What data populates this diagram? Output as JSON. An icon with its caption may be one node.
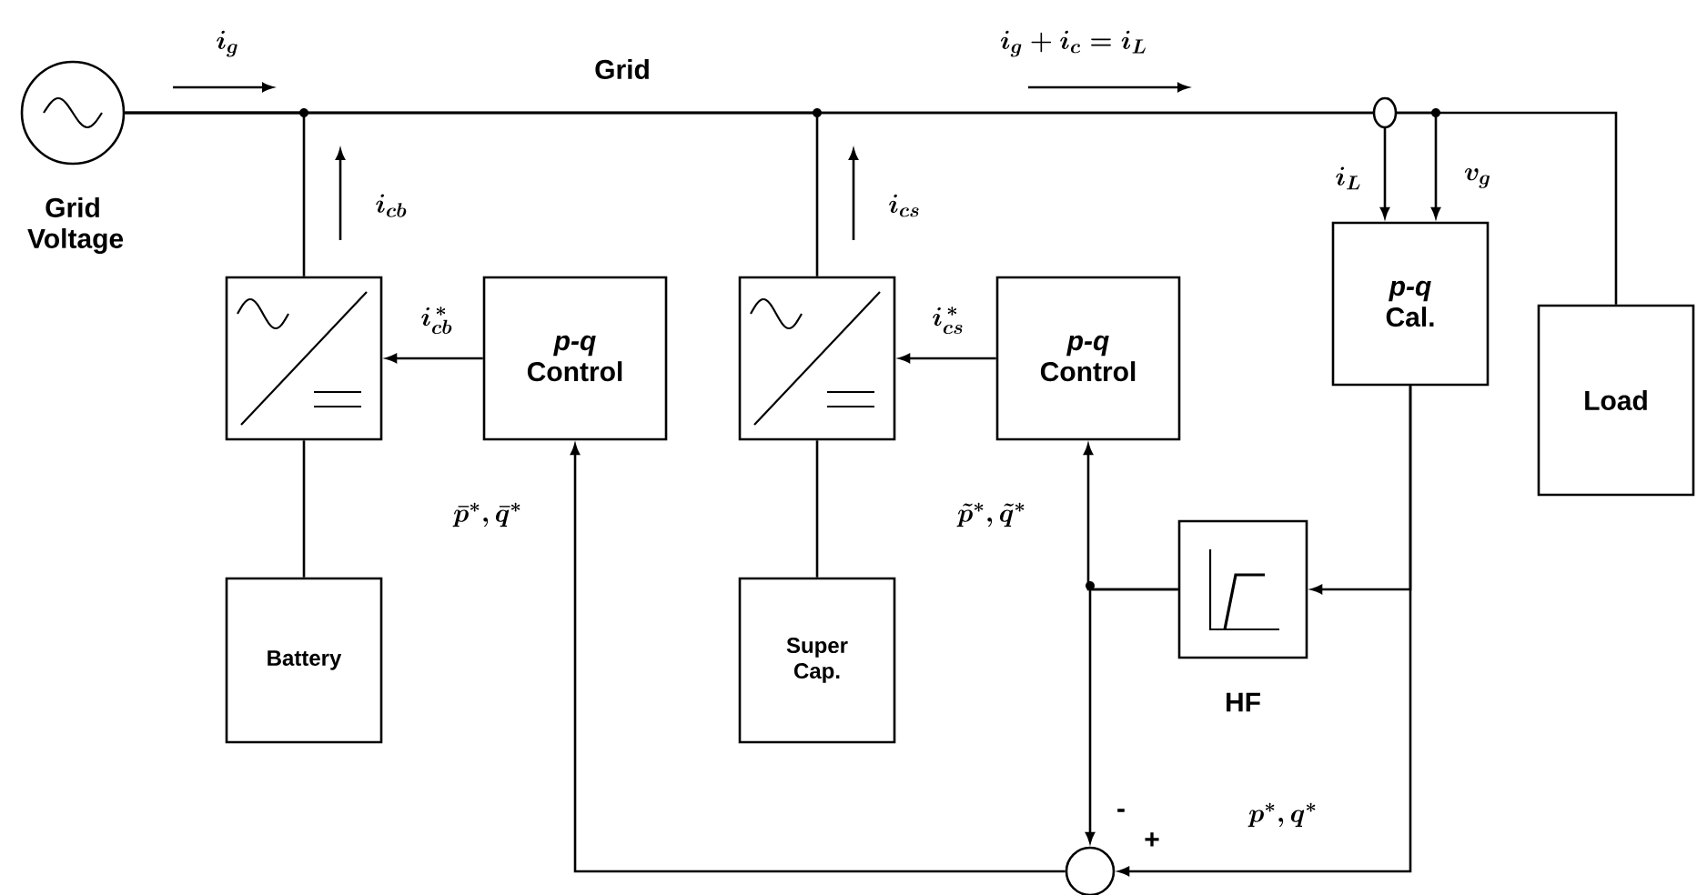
{
  "diagram": {
    "nodes": [
      {
        "text": [
          "Grid Voltage"
        ]
      },
      {
        "text": [],
        "shape": "box"
      },
      {
        "text": [
          "*p-q* Control"
        ]
      },
      {
        "text": [
          "Battery"
        ]
      },
      {
        "text": [],
        "shape": "box"
      },
      {
        "text": [
          "*p-q* Control"
        ]
      },
      {
        "text": [
          "Super Cap."
        ]
      },
      {
        "text": [
          "*p-q* Cal."
        ]
      },
      {
        "text": [
          "Load"
        ]
      },
      {
        "text": [
          "HF"
        ]
      },
      {
        "text": [],
        "shape": "circle"
      }
    ],
    "edges": [
      {
        "from": 0,
        "to": 8,
        "arrow": "none"
      },
      {
        "from": 0,
        "to": 1,
        "arrow": "none"
      },
      {
        "from": 0,
        "to": 4,
        "arrow": "none"
      },
      {
        "from": 1,
        "to": 3,
        "arrow": "none"
      },
      {
        "from": 4,
        "to": 6,
        "arrow": "none"
      },
      {
        "from": 2,
        "to": 1,
        "arrow": "to",
        "label": "i_{cb}^{\\,*}"
      },
      {
        "from": 5,
        "to": 4,
        "arrow": "to",
        "label": "i_{cs}^{\\,*}"
      },
      {
        "from": null,
        "to": 7,
        "arrow": "to",
        "label": "i_{L}"
      },
      {
        "from": 0,
        "to": 7,
        "arrow": "to",
        "label": "v_{g}"
      },
      {
        "from": 7,
        "to": 9,
        "arrow": "to"
      },
      {
        "from": 7,
        "to": 10,
        "arrow": "to",
        "label": "p^{*}, q^{*}"
      },
      {
        "from": 9,
        "to": 5,
        "arrow": "to",
        "label": "\\tilde{p}^{*}, \\tilde{q}^{*}"
      },
      {
        "from": 9,
        "to": 10,
        "arrow": "to"
      },
      {
        "from": 10,
        "to": 2,
        "arrow": "to",
        "label": "\\bar{p}^{*}, \\bar{q}^{*}"
      }
    ],
    "labels": [
      "Grid",
      "i_{g}",
      "i_{g} + i_{c} = i_{L}",
      "i_{cb}",
      "i_{cs}",
      "-",
      "+"
    ]
  }
}
